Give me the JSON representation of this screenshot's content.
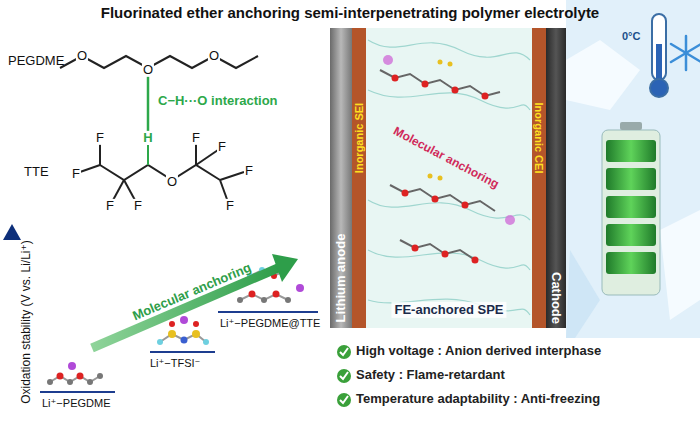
{
  "diagram": {
    "title": "Fluorinated ether anchoring semi-interpenetrating polymer electrolyte",
    "nodes": [
      {
        "text": [
          "Lithium anode"
        ]
      },
      {
        "text": [
          "Inorganic SEI"
        ]
      },
      {
        "text": [
          "Molecular anchoring",
          "FE-anchored SPE"
        ]
      },
      {
        "text": [
          "Inorganic CEI"
        ]
      },
      {
        "text": [
          "Cathode"
        ]
      }
    ],
    "labels": [
      "PEGDME",
      "O",
      "O",
      "O",
      "C−H···O interaction",
      "H",
      "TTE",
      "O",
      "F",
      "F",
      "F",
      "F",
      "F",
      "F",
      "F",
      "F",
      "Oxidation stability (V vs. Li/Li⁺)",
      "Molecular anchoring",
      "Li⁺−PEGDME",
      "Li⁺−TFSI⁻",
      "Li⁺−PEGDME@TTE",
      "0°C",
      "High voltage : Anion derived interphase",
      "Safety : Flame-retardant",
      "Temperature adaptability : Anti-freezing"
    ]
  }
}
